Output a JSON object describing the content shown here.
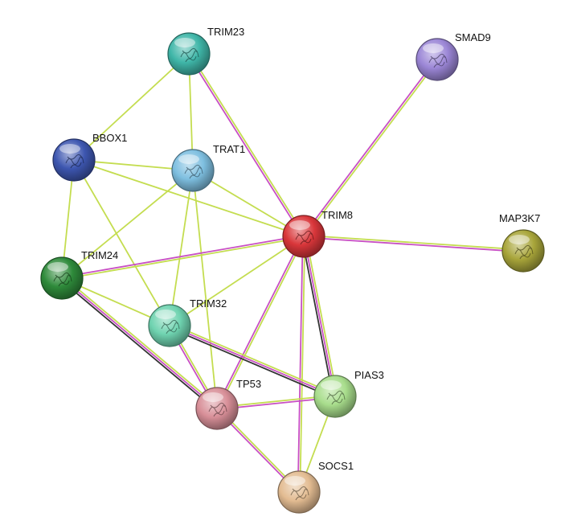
{
  "network": {
    "nodes": [
      {
        "id": "TRIM23",
        "label": "TRIM23",
        "color": "#3fb6a8"
      },
      {
        "id": "SMAD9",
        "label": "SMAD9",
        "color": "#9b86d6"
      },
      {
        "id": "BBOX1",
        "label": "BBOX1",
        "color": "#3d56b0"
      },
      {
        "id": "TRAT1",
        "label": "TRAT1",
        "color": "#7ebfe0"
      },
      {
        "id": "TRIM8",
        "label": "TRIM8",
        "color": "#d9363a"
      },
      {
        "id": "MAP3K7",
        "label": "MAP3K7",
        "color": "#a8a53a"
      },
      {
        "id": "TRIM24",
        "label": "TRIM24",
        "color": "#2e8a3a"
      },
      {
        "id": "TRIM32",
        "label": "TRIM32",
        "color": "#6fd3b0"
      },
      {
        "id": "PIAS3",
        "label": "PIAS3",
        "color": "#a8dd8c"
      },
      {
        "id": "TP53",
        "label": "TP53",
        "color": "#d88f98"
      },
      {
        "id": "SOCS1",
        "label": "SOCS1",
        "color": "#e3bc92"
      }
    ],
    "edge_colors": {
      "green": "#c4dd50",
      "magenta": "#c84fc4",
      "dark": "#333333"
    },
    "edges": [
      {
        "source": "TRIM23",
        "target": "BBOX1",
        "types": [
          "green"
        ]
      },
      {
        "source": "TRIM23",
        "target": "TRAT1",
        "types": [
          "green"
        ]
      },
      {
        "source": "TRIM23",
        "target": "TRIM8",
        "types": [
          "green",
          "magenta"
        ]
      },
      {
        "source": "SMAD9",
        "target": "TRIM8",
        "types": [
          "green",
          "magenta"
        ]
      },
      {
        "source": "BBOX1",
        "target": "TRAT1",
        "types": [
          "green"
        ]
      },
      {
        "source": "BBOX1",
        "target": "TRIM8",
        "types": [
          "green"
        ]
      },
      {
        "source": "BBOX1",
        "target": "TRIM24",
        "types": [
          "green"
        ]
      },
      {
        "source": "BBOX1",
        "target": "TRIM32",
        "types": [
          "green"
        ]
      },
      {
        "source": "TRAT1",
        "target": "TRIM8",
        "types": [
          "green"
        ]
      },
      {
        "source": "TRAT1",
        "target": "TRIM24",
        "types": [
          "green"
        ]
      },
      {
        "source": "TRAT1",
        "target": "TRIM32",
        "types": [
          "green"
        ]
      },
      {
        "source": "TRAT1",
        "target": "TP53",
        "types": [
          "green"
        ]
      },
      {
        "source": "TRIM8",
        "target": "MAP3K7",
        "types": [
          "green",
          "magenta"
        ]
      },
      {
        "source": "TRIM8",
        "target": "TRIM24",
        "types": [
          "green",
          "magenta"
        ]
      },
      {
        "source": "TRIM8",
        "target": "TRIM32",
        "types": [
          "green"
        ]
      },
      {
        "source": "TRIM8",
        "target": "TP53",
        "types": [
          "green",
          "magenta"
        ]
      },
      {
        "source": "TRIM8",
        "target": "PIAS3",
        "types": [
          "green",
          "magenta",
          "dark"
        ]
      },
      {
        "source": "TRIM8",
        "target": "SOCS1",
        "types": [
          "green",
          "magenta"
        ]
      },
      {
        "source": "TRIM24",
        "target": "TRIM32",
        "types": [
          "green"
        ]
      },
      {
        "source": "TRIM24",
        "target": "TP53",
        "types": [
          "green",
          "magenta",
          "dark"
        ]
      },
      {
        "source": "TRIM32",
        "target": "TP53",
        "types": [
          "green",
          "magenta"
        ]
      },
      {
        "source": "TRIM32",
        "target": "PIAS3",
        "types": [
          "green",
          "magenta",
          "dark"
        ]
      },
      {
        "source": "TP53",
        "target": "PIAS3",
        "types": [
          "green",
          "magenta"
        ]
      },
      {
        "source": "TP53",
        "target": "SOCS1",
        "types": [
          "green",
          "magenta"
        ]
      },
      {
        "source": "PIAS3",
        "target": "SOCS1",
        "types": [
          "green"
        ]
      }
    ]
  }
}
